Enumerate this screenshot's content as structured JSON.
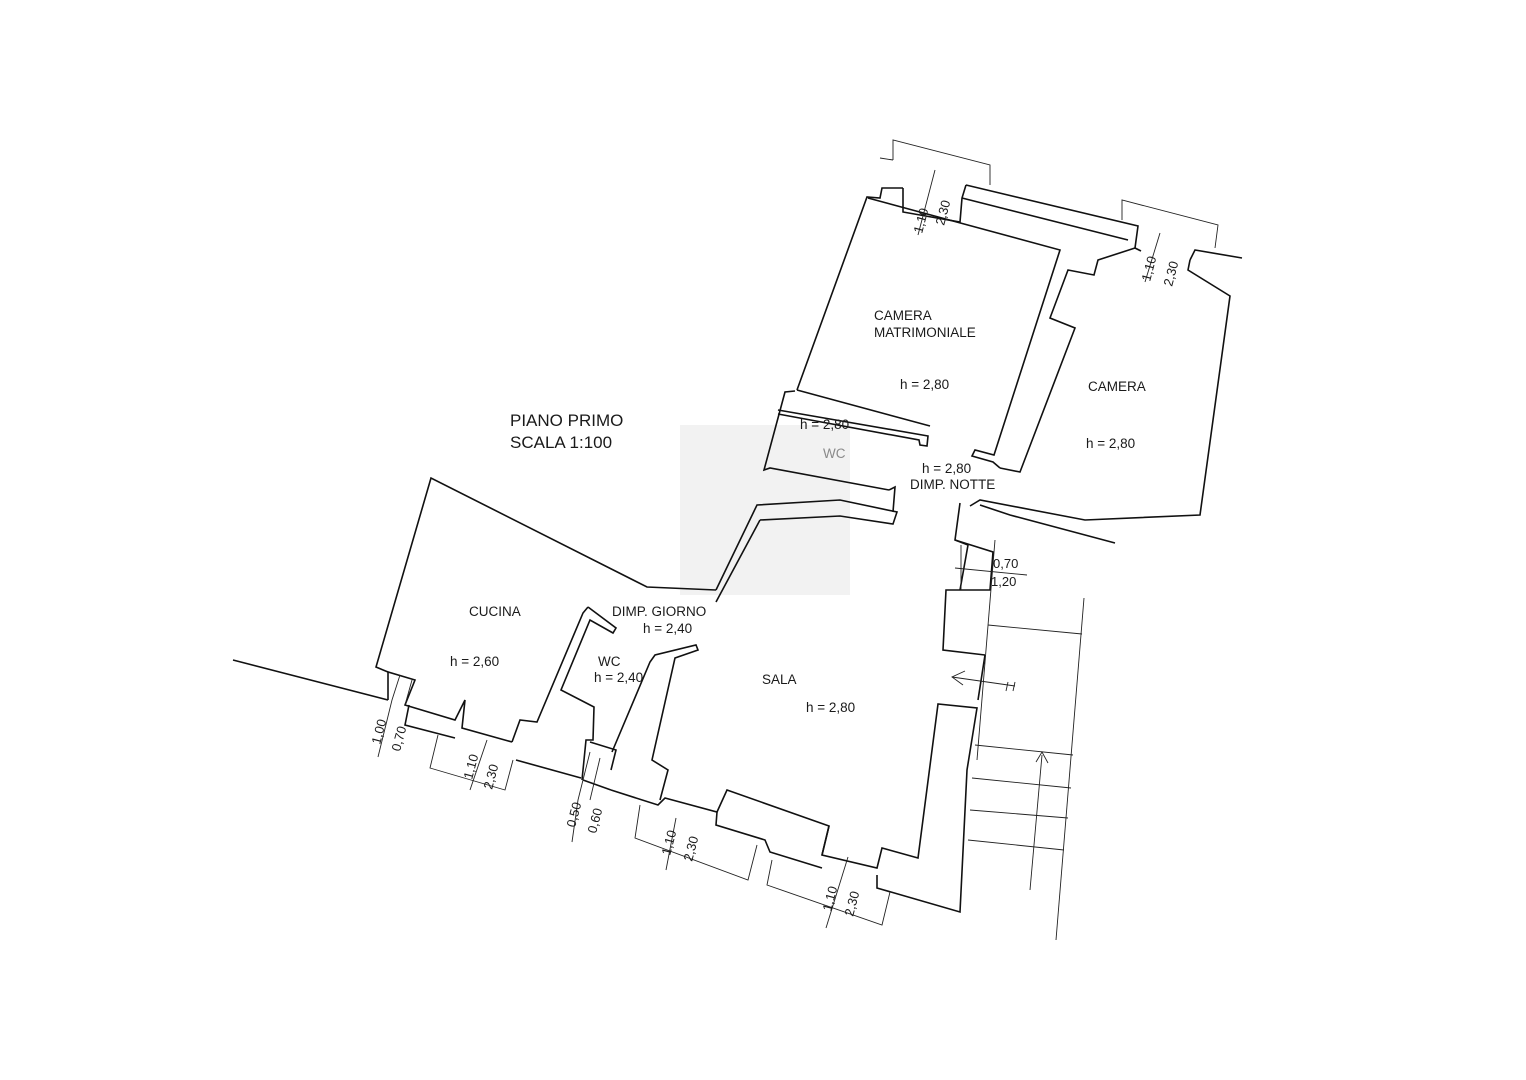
{
  "title": {
    "line1": "PIANO  PRIMO",
    "line2": "SCALA 1:100"
  },
  "rooms": {
    "camera_matrimoniale": {
      "line1": "CAMERA",
      "line2": "MATRIMONIALE",
      "height": "h = 2,80"
    },
    "camera": {
      "name": "CAMERA",
      "height": "h = 2,80"
    },
    "wc_upper": {
      "name": "WC",
      "height": "h = 2,80"
    },
    "disimpegno_notte": {
      "name": "DIMP. NOTTE",
      "height": "h = 2,80"
    },
    "cucina": {
      "name": "CUCINA",
      "height": "h = 2,60"
    },
    "disimpegno_giorno": {
      "name": "DIMP. GIORNO",
      "height": "h = 2,40"
    },
    "wc_lower": {
      "name": "WC",
      "height": "h = 2,40"
    },
    "sala": {
      "name": "SALA",
      "height": "h = 2,80"
    }
  },
  "openings": {
    "window_top_left": {
      "width": "1,10",
      "height": "2,30"
    },
    "window_top_right": {
      "width": "1,10",
      "height": "2,30"
    },
    "door_right": {
      "width": "0,70",
      "height": "1,20"
    },
    "window_cucina_small": {
      "width": "1,00",
      "height": "0,70"
    },
    "window_cucina": {
      "width": "1,10",
      "height": "2,30"
    },
    "window_wc_lower": {
      "width": "0,50",
      "height": "0,60"
    },
    "window_sala_1": {
      "width": "1,10",
      "height": "2,30"
    },
    "window_sala_2": {
      "width": "1,10",
      "height": "2,30"
    }
  }
}
